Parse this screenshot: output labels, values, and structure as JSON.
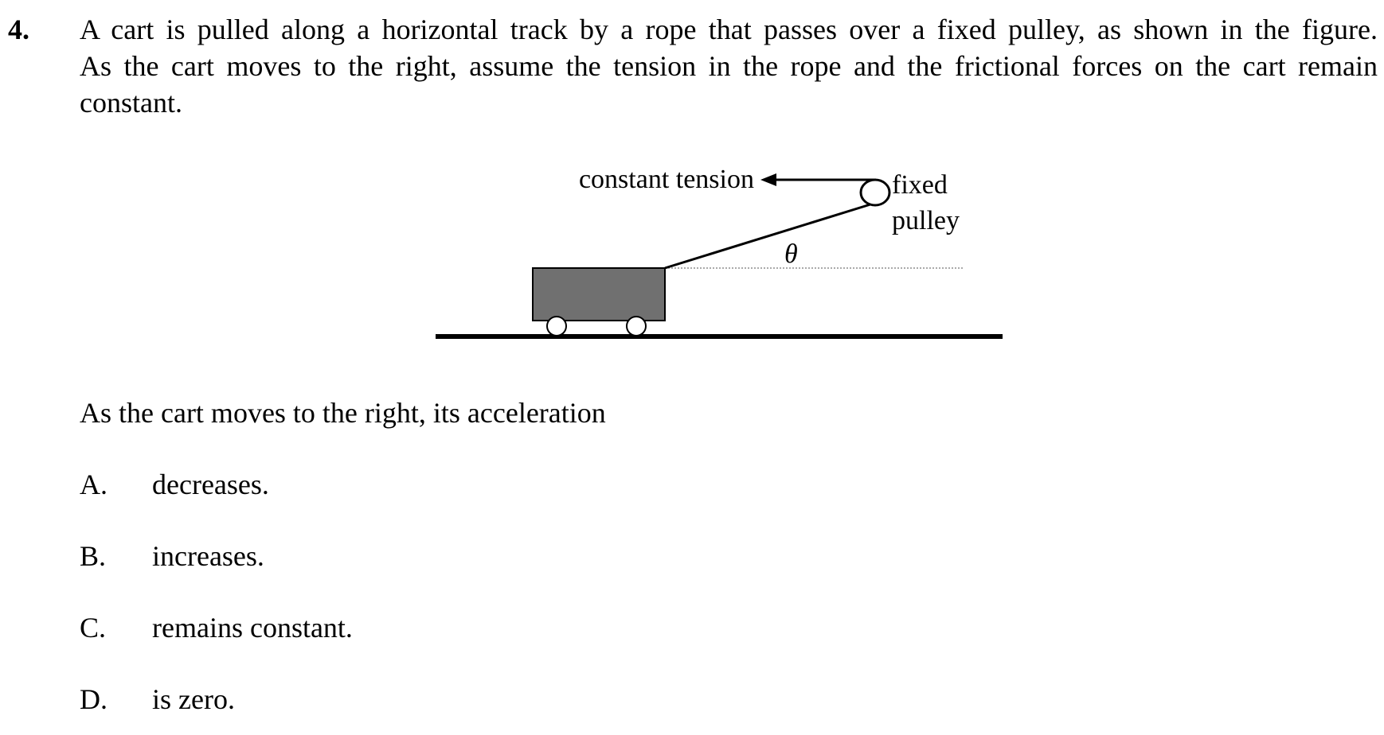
{
  "question": {
    "number": "4.",
    "stem_lines": [
      "A cart is pulled along a horizontal track by a rope that passes over a fixed pulley, as shown in the figure.",
      "As the cart moves to the right, assume the tension in the rope and the frictional forces on the cart remain",
      "constant."
    ],
    "prompt": "As the cart moves to the right, its acceleration"
  },
  "figure": {
    "tension_label": "constant tension",
    "pulley_label_1": "fixed",
    "pulley_label_2": "pulley",
    "angle_label": "θ"
  },
  "options": [
    {
      "letter": "A.",
      "text": "decreases."
    },
    {
      "letter": "B.",
      "text": "increases."
    },
    {
      "letter": "C.",
      "text": "remains constant."
    },
    {
      "letter": "D.",
      "text": "is zero."
    }
  ],
  "colors": {
    "cart_fill": "#707070",
    "ink": "#000000"
  }
}
